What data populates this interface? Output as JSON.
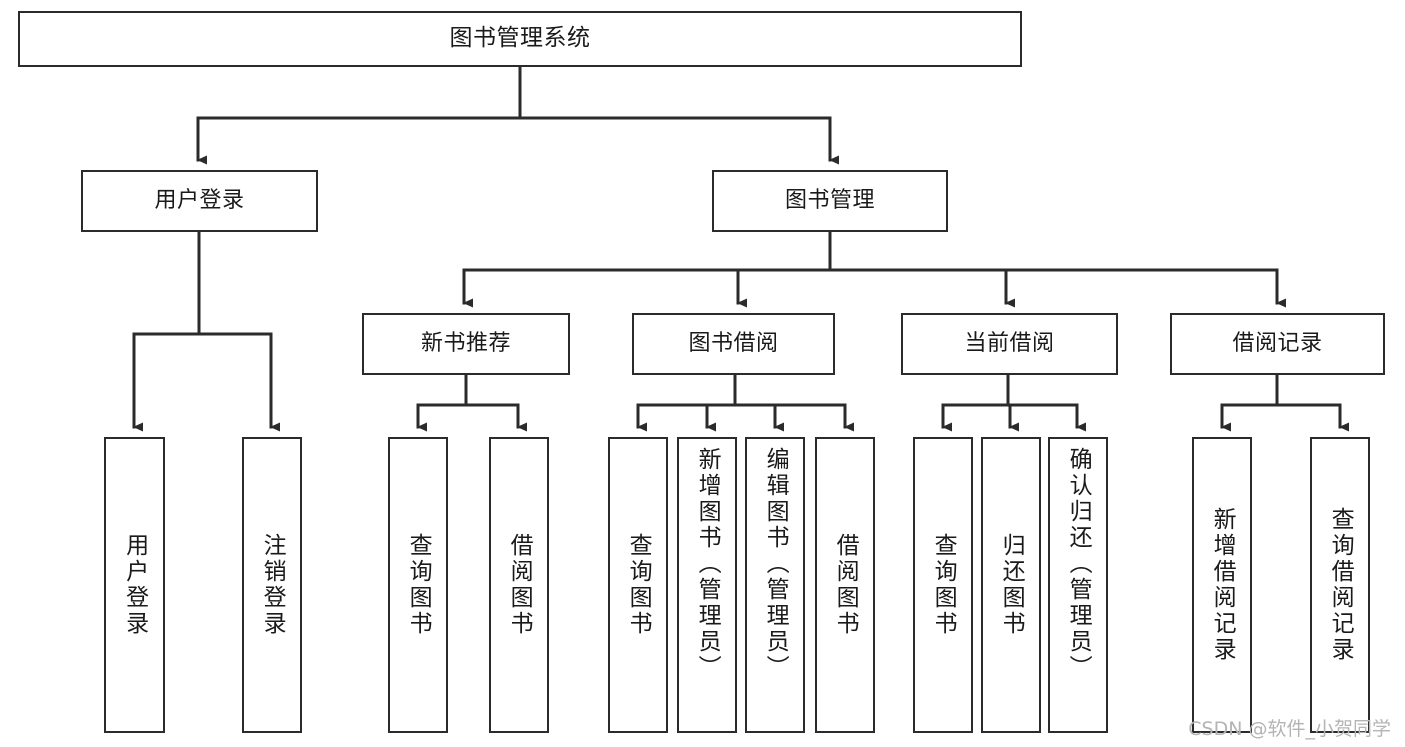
{
  "diagram": {
    "kind": "tree-hierarchy",
    "title": "图书管理系统",
    "watermark": "CSDN @软件_小贺同学",
    "colors": {
      "border": "#2b2b2b",
      "background": "#ffffff",
      "text": "#1a1a1a",
      "watermark": "#b4b4b4"
    },
    "nodes": {
      "root": "图书管理系统",
      "level2": {
        "user_login": "用户登录",
        "book_manage": "图书管理"
      },
      "level3": {
        "new_book_recommend": "新书推荐",
        "book_borrow": "图书借阅",
        "current_borrow": "当前借阅",
        "borrow_record": "借阅记录"
      },
      "leaves": {
        "user_login_children": [
          "用户登录",
          "注销登录"
        ],
        "new_book_recommend_children": [
          "查询图书",
          "借阅图书"
        ],
        "book_borrow_children": [
          "查询图书",
          "新增图书（管理员）",
          "编辑图书（管理员）",
          "借阅图书"
        ],
        "current_borrow_children": [
          "查询图书",
          "归还图书",
          "确认归还（管理员）"
        ],
        "borrow_record_children": [
          "新增借阅记录",
          "查询借阅记录"
        ]
      }
    }
  }
}
